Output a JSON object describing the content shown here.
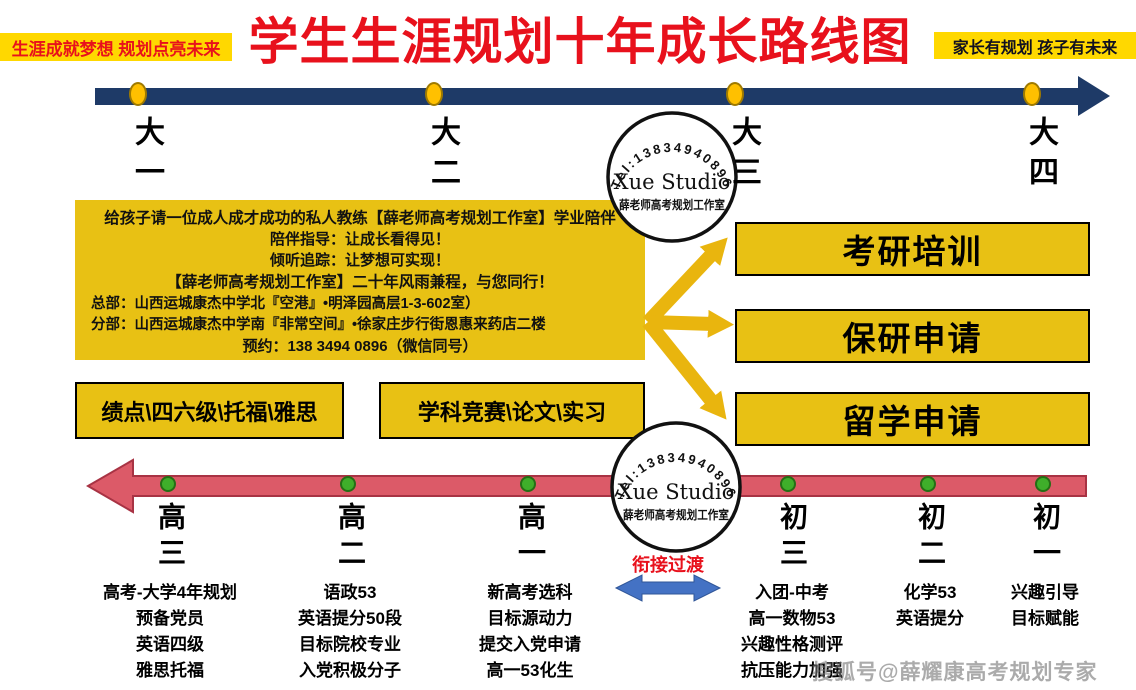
{
  "header": {
    "left_banner": "生涯成就梦想  规划点亮未来",
    "title": "学生生涯规划十年成长路线图",
    "right_banner": "家长有规划 孩子有未来"
  },
  "top_timeline": {
    "stages": [
      {
        "label": "大一"
      },
      {
        "label": "大二"
      },
      {
        "label": "大三"
      },
      {
        "label": "大四"
      }
    ]
  },
  "stamp": {
    "tel": "Tel:13834940896",
    "name_en": "Xue Studio",
    "name_cn": "薛老师高考规划工作室"
  },
  "info_box": {
    "lines": [
      "给孩子请一位成人成才成功的私人教练【薛老师高考规划工作室】学业陪伴",
      "陪伴指导：让成长看得见！",
      "倾听追踪：让梦想可实现！",
      "【薛老师高考规划工作室】二十年风雨兼程，与您同行！",
      "总部：山西运城康杰中学北『空港』•明泽园高层1-3-602室）",
      "分部：山西运城康杰中学南『非常空间』•徐家庄步行街恩惠来药店二楼",
      "预约：138 3494 0896（微信同号）"
    ]
  },
  "college_paths": [
    "考研培训",
    "保研申请",
    "留学申请"
  ],
  "requirement_boxes": [
    "绩点\\四六级\\托福\\雅思",
    "学科竞赛\\论文\\实习"
  ],
  "bottom_timeline": {
    "transition_label": "衔接过渡",
    "stages": [
      {
        "label": "高三",
        "items": [
          "高考-大学4年规划",
          "预备党员",
          "英语四级",
          "雅思托福"
        ]
      },
      {
        "label": "高二",
        "items": [
          "语政53",
          "英语提分50段",
          "目标院校专业",
          "入党积极分子"
        ]
      },
      {
        "label": "高一",
        "items": [
          "新高考选科",
          "目标源动力",
          "提交入党申请",
          "高一53化生"
        ]
      },
      {
        "label": "初三",
        "items": [
          "入团-中考",
          "高一数物53",
          "兴趣性格测评",
          "抗压能力加强"
        ]
      },
      {
        "label": "初二",
        "items": [
          "化学53",
          "英语提分"
        ]
      },
      {
        "label": "初一",
        "items": [
          "兴趣引导",
          "目标赋能"
        ]
      }
    ]
  },
  "watermark": "搜狐号@薛耀康高考规划专家",
  "icons": {
    "timeline-dot": "oval",
    "stage-dot": "circle",
    "fan-arrow": "arrow-right",
    "transition-arrow": "arrow-left-right",
    "studio-stamp": "circle-seal"
  },
  "colors": {
    "title_red": "#e8111c",
    "banner_yellow": "#ffd800",
    "timeline_navy": "#1e3a67",
    "gold": "#e8c114",
    "red_arrow_fill": "#dc5a68",
    "green_dot": "#3fae2a",
    "blue_arrow": "#4472c4",
    "top_dot_yellow": "#ffc000"
  }
}
